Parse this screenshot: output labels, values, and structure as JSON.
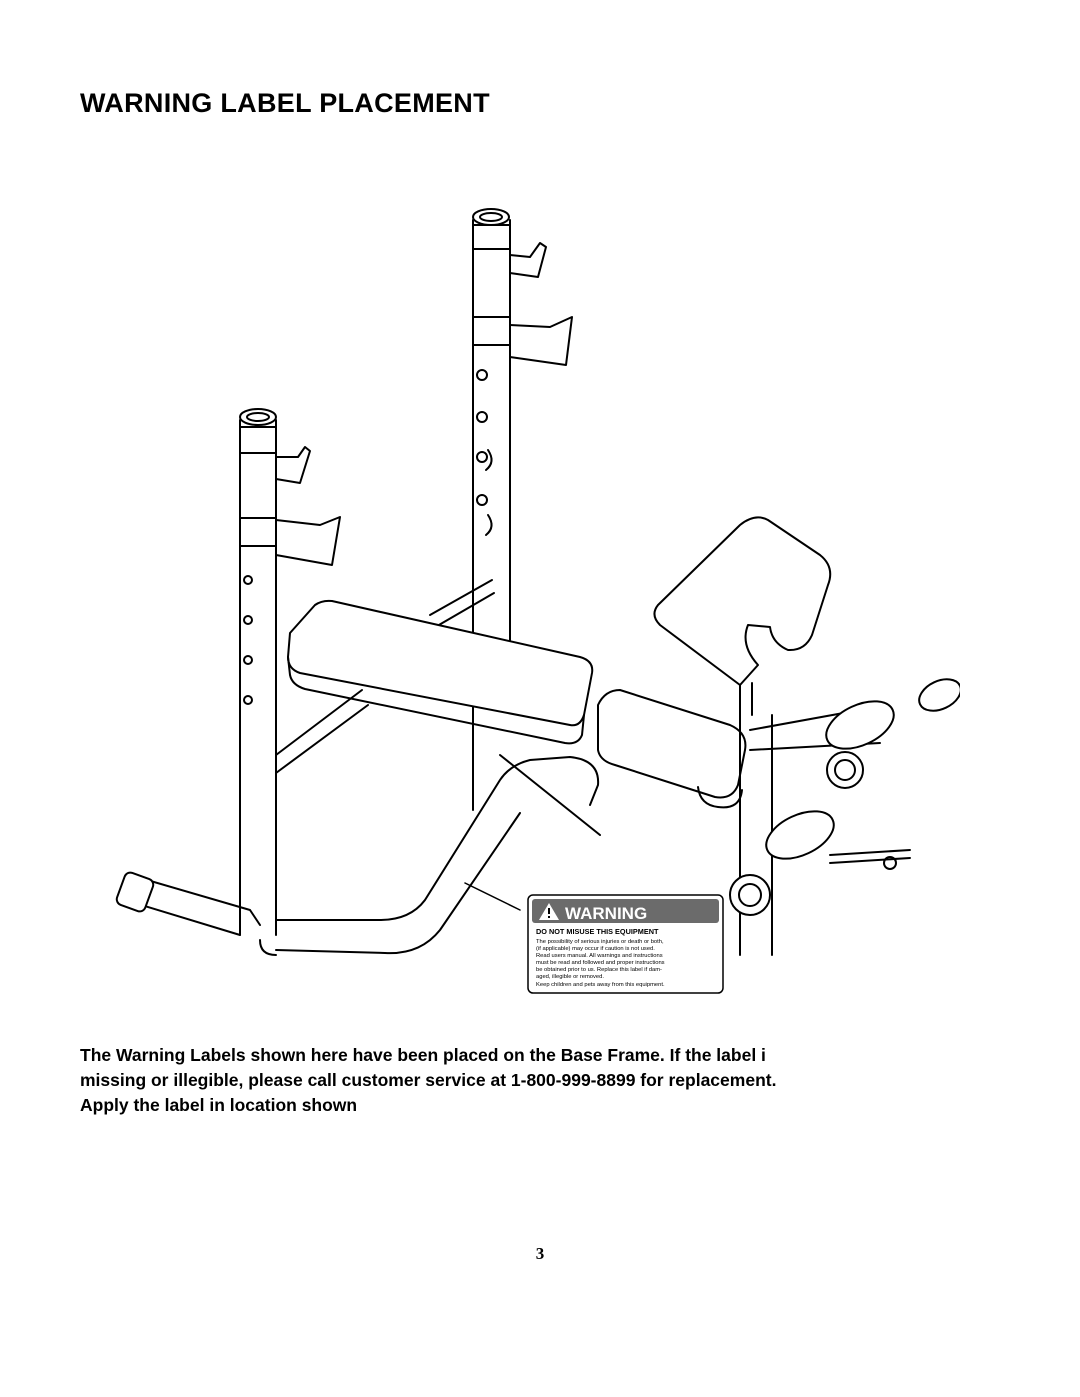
{
  "document": {
    "title": "WARNING LABEL PLACEMENT",
    "instructions": [
      "The Warning Labels shown here have been placed on the Base Frame. If the label i",
      "missing or illegible, please call customer service at 1-800-999-8899 for replacement.",
      "Apply the label in location shown"
    ],
    "page_number": "3"
  },
  "warning_label": {
    "heading": "WARNING",
    "subheading": "DO NOT MISUSE THIS EQUIPMENT",
    "lines": [
      "The possibility of serious injuries or death or both,",
      "(if applicable) may occur if caution is not used.",
      "Read users manual. All warnings and instructions",
      "must be read and followed and proper instructions",
      "be obtained prior to us. Replace this label if dam-",
      "aged, illegible or removed.",
      "Keep children and pets away from this equipment."
    ],
    "header_color": "#6b6b6b"
  },
  "icons": {
    "alert": "warning-triangle-icon"
  }
}
